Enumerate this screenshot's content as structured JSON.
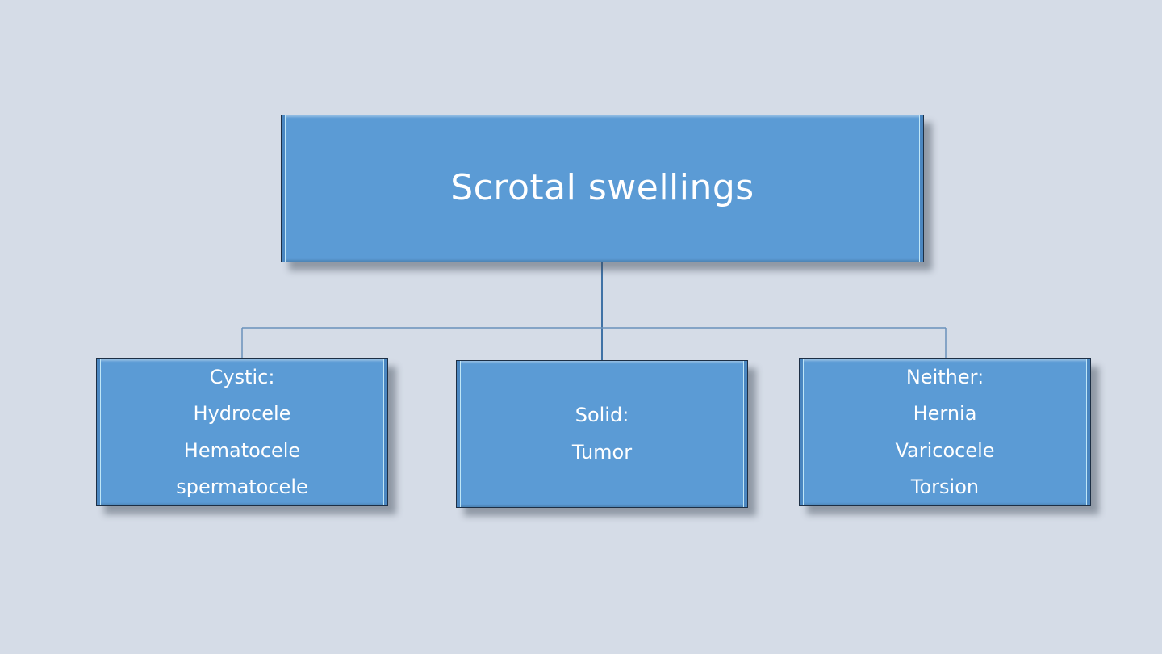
{
  "root": {
    "title": "Scrotal swellings"
  },
  "children": [
    {
      "heading": "Cystic:",
      "items": [
        "Hydrocele",
        "Hematocele",
        "spermatocele"
      ]
    },
    {
      "heading": "Solid:",
      "items": [
        "Tumor"
      ]
    },
    {
      "heading": "Neither:",
      "items": [
        "Hernia",
        "Varicocele",
        "Torsion"
      ]
    }
  ],
  "colors": {
    "background": "#d5dce7",
    "box_fill": "#5b9bd5",
    "box_border": "#1d2f45",
    "connector": "#3f72a6",
    "text": "#ffffff"
  }
}
